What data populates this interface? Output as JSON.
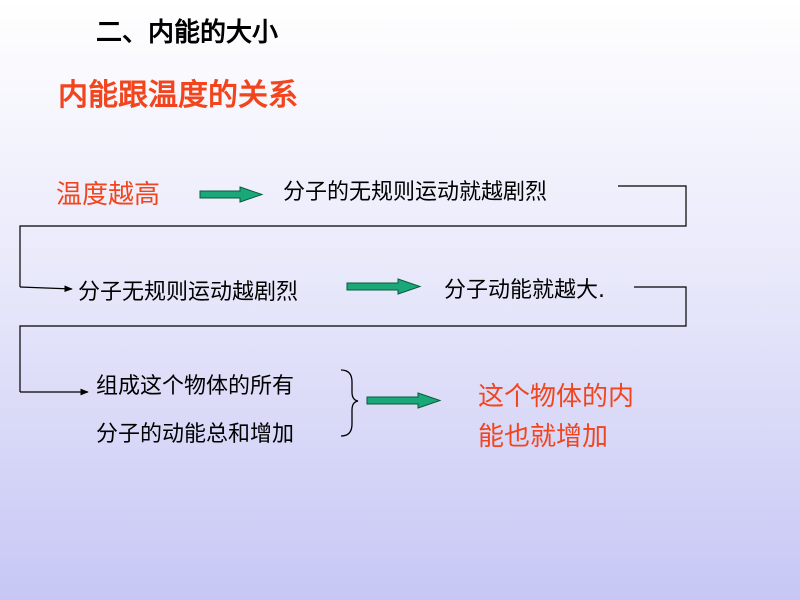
{
  "heading": "二、内能的大小",
  "subtitle": "内能跟温度的关系",
  "steps": {
    "s1": "温度越高",
    "s2": "分子的无规则运动就越剧烈",
    "s3": "分子无规则运动越剧烈",
    "s4": "分子动能就越大.",
    "s5": "组成这个物体的所有",
    "s6": "分子的动能总和增加",
    "s7": "这个物体的内",
    "s8": "能也就增加"
  },
  "colors": {
    "accent": "#f2451e",
    "arrow_fill": "#1aa878",
    "text": "#000000"
  }
}
